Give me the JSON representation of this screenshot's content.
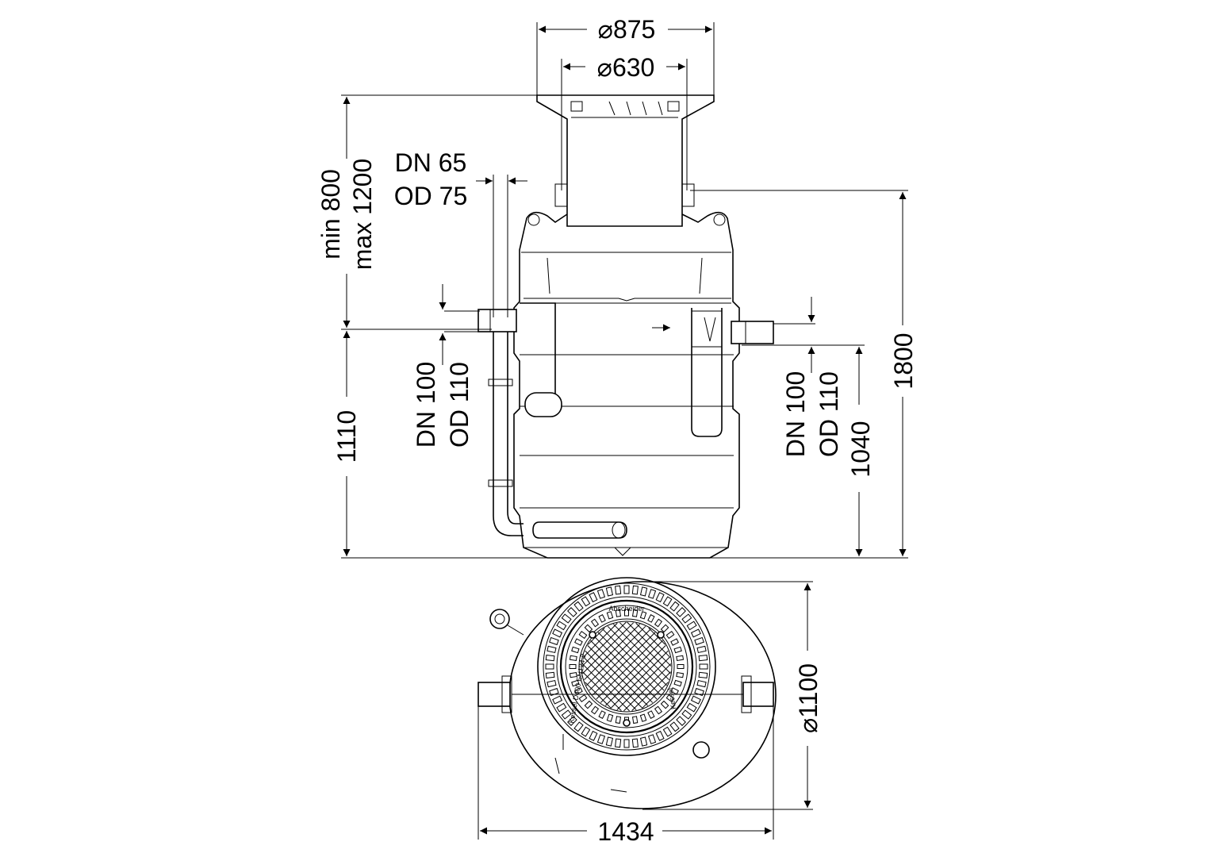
{
  "dimensions": {
    "cover_outer_diameter": "⌀875",
    "cover_inner_diameter": "⌀630",
    "vent_pipe_dn": "DN 65",
    "vent_pipe_od": "OD 75",
    "extension_min": "min 800",
    "extension_max": "max 1200",
    "inlet_dn": "DN 100",
    "inlet_od": "OD 110",
    "outlet_dn": "DN 100",
    "outlet_od": "OD 110",
    "inlet_height": "1110",
    "outlet_height": "1040",
    "body_height": "1800",
    "body_diameter": "⌀1100",
    "overall_width": "1434"
  },
  "cover_labels": {
    "top": "Abscheider",
    "left": "Kessel D400 EN124-2",
    "right": "Kessel"
  },
  "colors": {
    "line": "#000000",
    "background": "#ffffff"
  }
}
